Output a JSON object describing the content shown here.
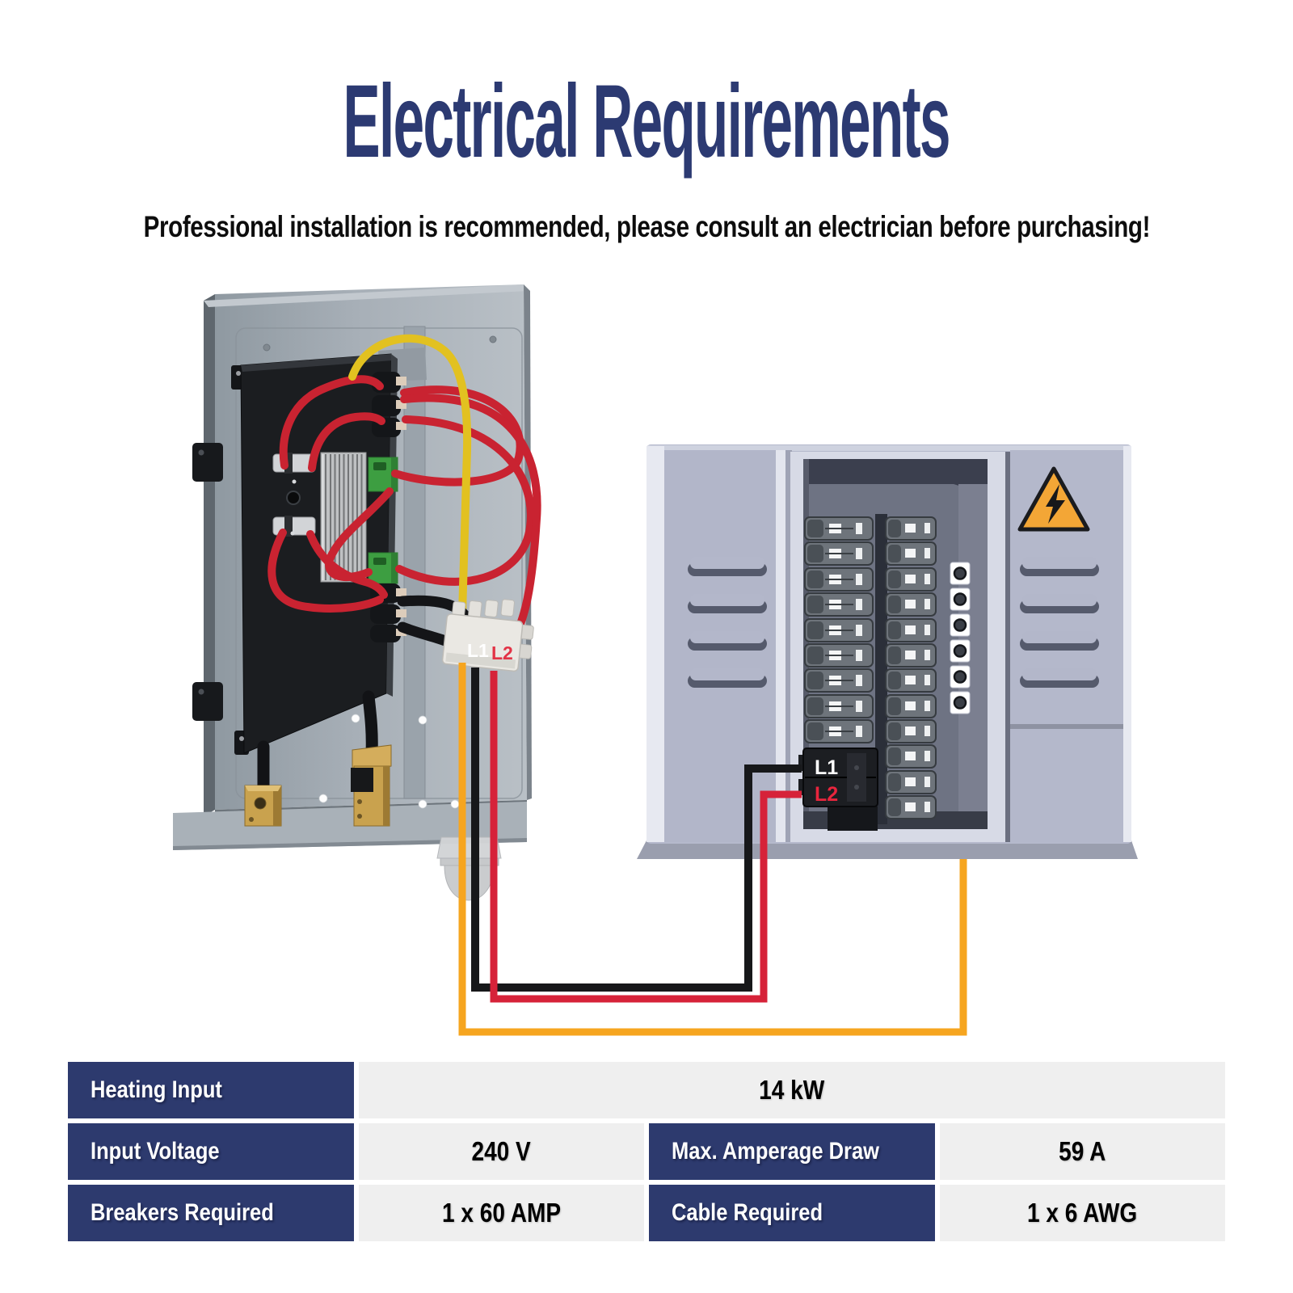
{
  "title": "Electrical Requirements",
  "subtitle": "Professional installation is recommended, please consult an electrician before purchasing!",
  "diagram": {
    "heater": {
      "l1": "L1",
      "l2": "L2"
    },
    "panel": {
      "l1": "L1",
      "l2": "L2"
    }
  },
  "colors": {
    "heading_navy": "#2c3a72",
    "table_label_navy": "#2d3a6e",
    "table_value_gray": "#efefef",
    "wire_line1_black": "#17181a",
    "wire_line2_red": "#d62239",
    "wire_ground_orange": "#f6a51f",
    "warning_orange": "#f3a636"
  },
  "table": {
    "row1": {
      "label": "Heating Input",
      "value": "14 kW"
    },
    "row2": {
      "label1": "Input Voltage",
      "value1": "240 V",
      "label2": "Max. Amperage Draw",
      "value2": "59 A"
    },
    "row3": {
      "label1": "Breakers Required",
      "value1": "1 x 60 AMP",
      "label2": "Cable Required",
      "value2": "1 x 6 AWG"
    }
  }
}
